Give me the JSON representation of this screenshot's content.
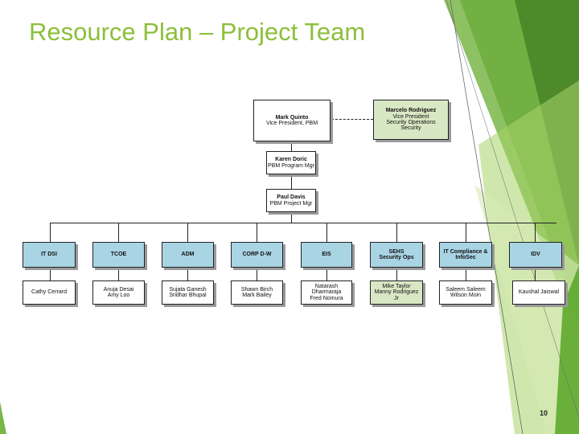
{
  "slide": {
    "title": "Resource Plan – Project Team",
    "page_number": "10"
  },
  "colors": {
    "title": "#8cbf3a",
    "accent_green": "#7ab648",
    "box_green": "#d8e8c4",
    "box_blue": "#a9d4e4"
  },
  "org": {
    "top": {
      "name": "Mark Quinto",
      "role": "Vice President, PBM"
    },
    "peer": {
      "name": "Marcelo Rodriguez",
      "role_line1": "Vice President",
      "role_line2": "Security Operations",
      "role_line3": "Security"
    },
    "level2": {
      "name": "Karen Doric",
      "role": "PBM Program Mgr"
    },
    "level3": {
      "name": "Paul Davis",
      "role": "PBM Project Mgr"
    },
    "departments": [
      {
        "label": "IT DSI"
      },
      {
        "label": "TCOE"
      },
      {
        "label": "ADM"
      },
      {
        "label": "CORP D-W"
      },
      {
        "label": "EIS"
      },
      {
        "label": "SEHS",
        "label2": "Security Ops"
      },
      {
        "label": "IT Compliance &",
        "label2": "InfoSec"
      },
      {
        "label": "IDV"
      }
    ],
    "members": [
      {
        "line1": "Cathy Cerrard"
      },
      {
        "line1": "Anuja Desai",
        "line2": "Amy Loo"
      },
      {
        "line1": "Sujata Ganesh",
        "line2": "Sridhar Bhupal"
      },
      {
        "line1": "Shawn Birch",
        "line2": "Mark Bailey"
      },
      {
        "line1": "Natarash",
        "line2": "Dharmaraja",
        "line3": "Fred Nomura"
      },
      {
        "line1": "Mike Taylor",
        "line2": "Manny Rodriguez",
        "line3": "Jr"
      },
      {
        "line1": "Saleem Saleem",
        "line2": "Wilson Moin"
      },
      {
        "line1": "Kaushal Jaiswal"
      }
    ]
  }
}
